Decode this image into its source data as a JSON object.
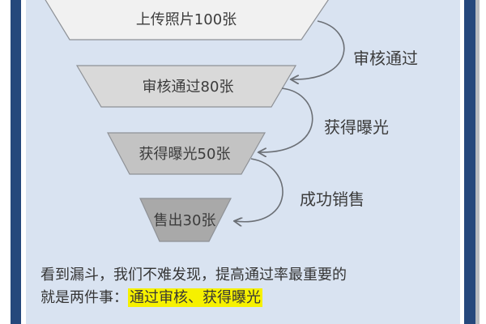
{
  "funnel": {
    "stages": [
      {
        "label": "上传照片100张",
        "count": 100,
        "fill": "#f1f1f1"
      },
      {
        "label": "审核通过80张",
        "count": 80,
        "fill": "#d9d9d9"
      },
      {
        "label": "获得曝光50张",
        "count": 50,
        "fill": "#c3c3c3"
      },
      {
        "label": "售出30张",
        "count": 30,
        "fill": "#a9a9a9"
      }
    ],
    "transitions": [
      {
        "label": "审核通过"
      },
      {
        "label": "获得曝光"
      },
      {
        "label": "成功销售"
      }
    ]
  },
  "caption": {
    "line1": "看到漏斗，我们不难发现，提高通过率最重要的",
    "line2_prefix": "就是两件事：",
    "line2_highlight": "通过审核、获得曝光"
  },
  "colors": {
    "frame": "#25487c",
    "panel": "#d9e3f1",
    "highlight": "#f6f100"
  }
}
